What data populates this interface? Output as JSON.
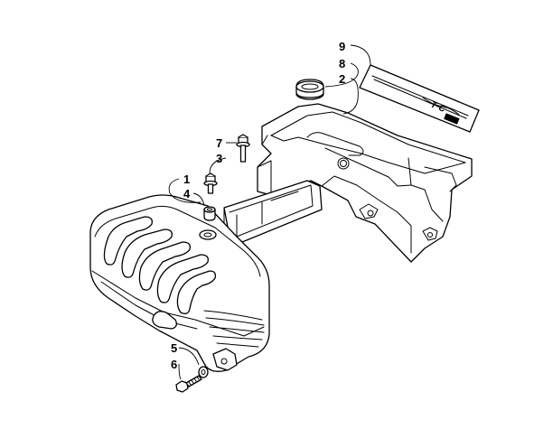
{
  "callouts": {
    "c1": "1",
    "c2": "2",
    "c3": "3",
    "c4": "4",
    "c5": "5",
    "c6": "6",
    "c7": "7",
    "c8": "8",
    "c9": "9"
  },
  "decal": {
    "text": "T·C"
  }
}
